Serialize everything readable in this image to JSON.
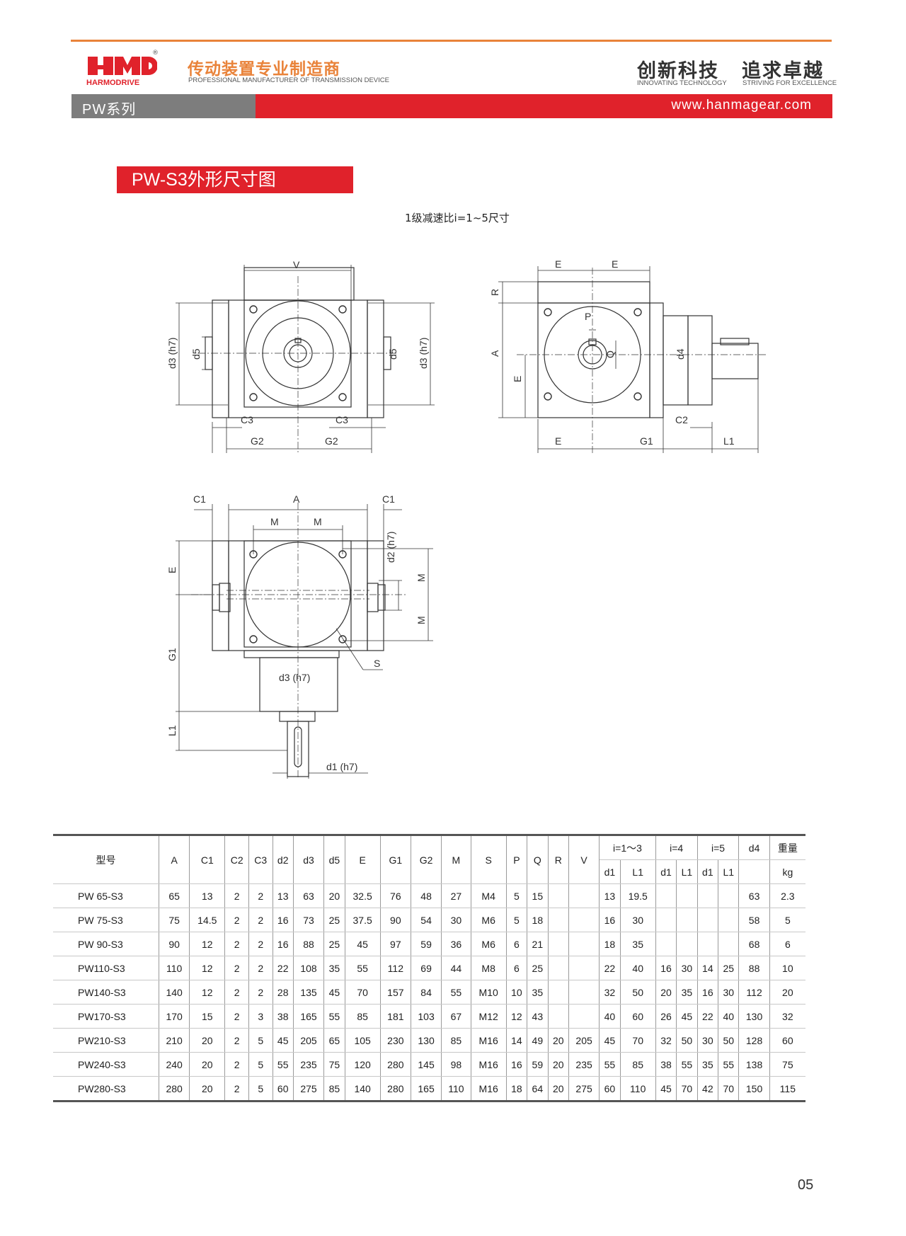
{
  "header": {
    "logo_text": "HMD",
    "logo_sub": "HARMODRIVE",
    "tagline_cn": "传动装置专业制造商",
    "tagline_en": "PROFESSIONAL MANUFACTURER OF TRANSMISSION DEVICE",
    "slogan1_cn": "创新科技",
    "slogan1_en": "INNOVATING TECHNOLOGY",
    "slogan2_cn": "追求卓越",
    "slogan2_en": "STRIVING FOR EXCELLENCE",
    "series": "PW系列",
    "website": "www.hanmagear.com",
    "brand_color": "#e0222b",
    "accent_color": "#e9833a"
  },
  "section": {
    "title": "PW-S3外形尺寸图",
    "subtitle": "1级减速比i=1~5尺寸"
  },
  "drawing_labels": {
    "front": [
      "V",
      "d3 (h7)",
      "d5",
      "d5",
      "d3 (h7)",
      "C3",
      "C3",
      "G2",
      "G2"
    ],
    "side": [
      "E",
      "E",
      "R",
      "P",
      "A",
      "Q",
      "E",
      "d4",
      "C2",
      "E",
      "G1",
      "L1"
    ],
    "top": [
      "C1",
      "A",
      "C1",
      "M",
      "M",
      "d2 (h7)",
      "E",
      "M",
      "M",
      "G1",
      "S",
      "d3 (h7)",
      "L1",
      "d1 (h7)"
    ]
  },
  "table": {
    "headers_top": [
      "型号",
      "A",
      "C1",
      "C2",
      "C3",
      "d2",
      "d3",
      "d5",
      "E",
      "G1",
      "G2",
      "M",
      "S",
      "P",
      "Q",
      "R",
      "V",
      "i=1～3",
      "i=4",
      "i=5",
      "d4",
      "重量"
    ],
    "headers_sub": [
      "d1",
      "L1",
      "d1",
      "L1",
      "d1",
      "L1",
      "kg"
    ],
    "rows": [
      [
        "PW 65-S3",
        "65",
        "13",
        "2",
        "2",
        "13",
        "63",
        "20",
        "32.5",
        "76",
        "48",
        "27",
        "M4",
        "5",
        "15",
        "",
        "",
        "13",
        "19.5",
        "",
        "",
        "",
        "",
        "63",
        "2.3"
      ],
      [
        "PW 75-S3",
        "75",
        "14.5",
        "2",
        "2",
        "16",
        "73",
        "25",
        "37.5",
        "90",
        "54",
        "30",
        "M6",
        "5",
        "18",
        "",
        "",
        "16",
        "30",
        "",
        "",
        "",
        "",
        "58",
        "5"
      ],
      [
        "PW 90-S3",
        "90",
        "12",
        "2",
        "2",
        "16",
        "88",
        "25",
        "45",
        "97",
        "59",
        "36",
        "M6",
        "6",
        "21",
        "",
        "",
        "18",
        "35",
        "",
        "",
        "",
        "",
        "68",
        "6"
      ],
      [
        "PW110-S3",
        "110",
        "12",
        "2",
        "2",
        "22",
        "108",
        "35",
        "55",
        "112",
        "69",
        "44",
        "M8",
        "6",
        "25",
        "",
        "",
        "22",
        "40",
        "16",
        "30",
        "14",
        "25",
        "88",
        "10"
      ],
      [
        "PW140-S3",
        "140",
        "12",
        "2",
        "2",
        "28",
        "135",
        "45",
        "70",
        "157",
        "84",
        "55",
        "M10",
        "10",
        "35",
        "",
        "",
        "32",
        "50",
        "20",
        "35",
        "16",
        "30",
        "112",
        "20"
      ],
      [
        "PW170-S3",
        "170",
        "15",
        "2",
        "3",
        "38",
        "165",
        "55",
        "85",
        "181",
        "103",
        "67",
        "M12",
        "12",
        "43",
        "",
        "",
        "40",
        "60",
        "26",
        "45",
        "22",
        "40",
        "130",
        "32"
      ],
      [
        "PW210-S3",
        "210",
        "20",
        "2",
        "5",
        "45",
        "205",
        "65",
        "105",
        "230",
        "130",
        "85",
        "M16",
        "14",
        "49",
        "20",
        "205",
        "45",
        "70",
        "32",
        "50",
        "30",
        "50",
        "128",
        "60"
      ],
      [
        "PW240-S3",
        "240",
        "20",
        "2",
        "5",
        "55",
        "235",
        "75",
        "120",
        "280",
        "145",
        "98",
        "M16",
        "16",
        "59",
        "20",
        "235",
        "55",
        "85",
        "38",
        "55",
        "35",
        "55",
        "138",
        "75"
      ],
      [
        "PW280-S3",
        "280",
        "20",
        "2",
        "5",
        "60",
        "275",
        "85",
        "140",
        "280",
        "165",
        "110",
        "M16",
        "18",
        "64",
        "20",
        "275",
        "60",
        "110",
        "45",
        "70",
        "42",
        "70",
        "150",
        "115"
      ]
    ]
  },
  "page_number": "05"
}
